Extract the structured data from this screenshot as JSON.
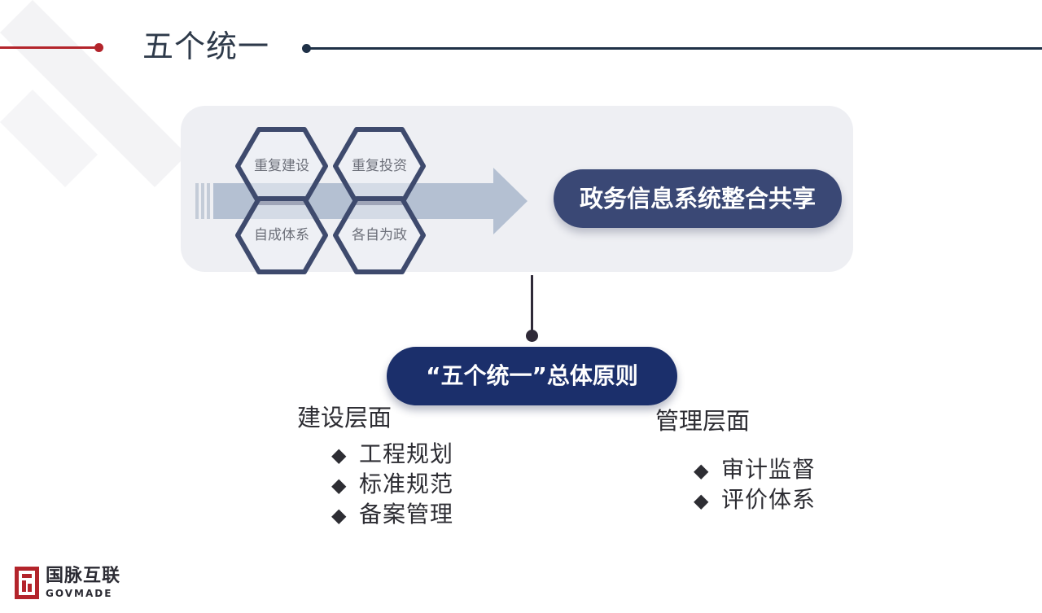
{
  "page": {
    "title": "五个统一"
  },
  "diagram": {
    "hexagons": [
      "重复建设",
      "重复投资",
      "自成体系",
      "各自为政"
    ],
    "target": "政务信息系统整合共享",
    "principle": "“五个统一”总体原则"
  },
  "groups": {
    "construction": {
      "title": "建设层面",
      "items": [
        "工程规划",
        "标准规范",
        "备案管理"
      ]
    },
    "management": {
      "title": "管理层面",
      "items": [
        "审计监督",
        "评价体系"
      ]
    },
    "bullet": "◆"
  },
  "logo": {
    "name_cn": "国脉互联",
    "name_en": "GOVMADE"
  },
  "colors": {
    "accent_red": "#b3242b",
    "navy": "#1b2f6b",
    "slate": "#3a4875"
  }
}
